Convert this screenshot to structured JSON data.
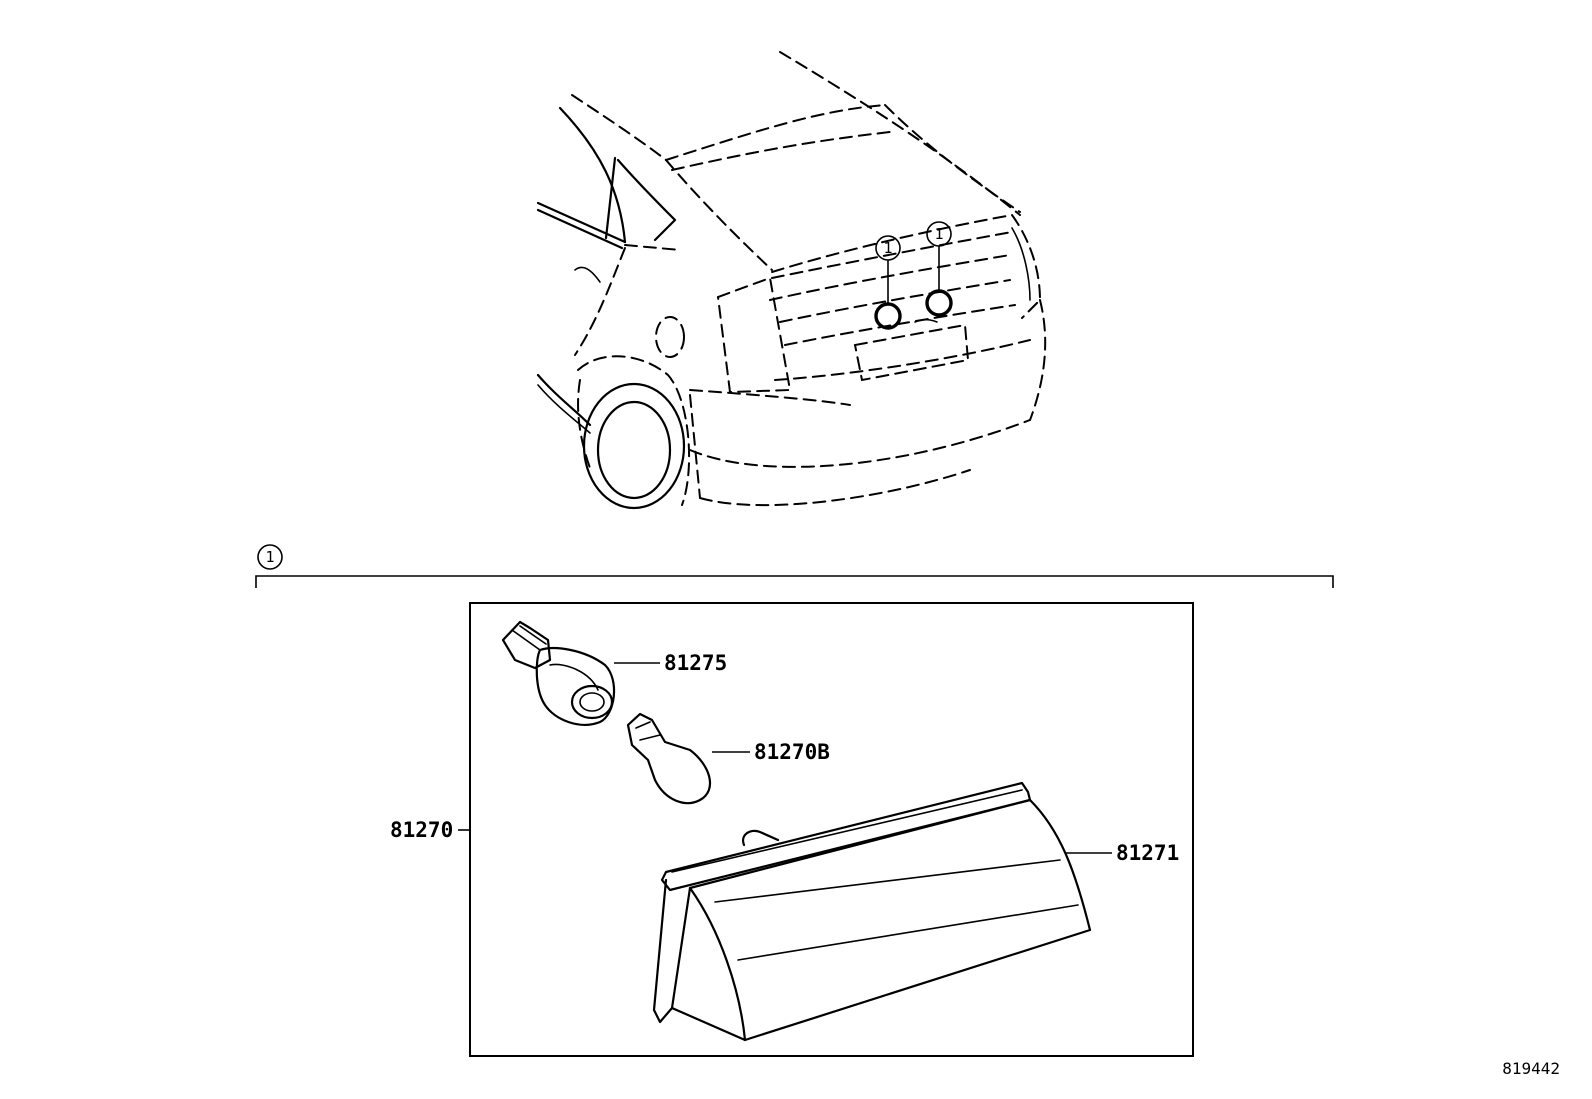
{
  "callouts": {
    "ref": "1"
  },
  "parts": {
    "socket": "81275",
    "bulb": "81270B",
    "assembly": "81270",
    "lens": "81271"
  },
  "figure_number": "819442"
}
